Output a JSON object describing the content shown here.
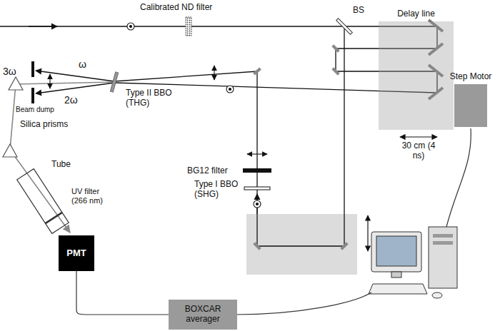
{
  "diagram": {
    "nodes": [
      {
        "text": [
          "Delay line"
        ]
      },
      {
        "text": [
          "Step Motor"
        ]
      },
      {
        "text": [
          "PMT"
        ]
      },
      {
        "text": [
          "BOXCAR averager"
        ]
      }
    ],
    "edges": [
      {
        "from": 2,
        "to": 3,
        "arrow": "none"
      }
    ],
    "labels": [
      "Calibrated ND filter",
      "BS",
      "ω",
      "2ω",
      "3ω",
      "Beam dump",
      "Type II BBO (THG)",
      "Silica prisms",
      "Tube",
      "UV filter (266 nm)",
      "BG12 filter",
      "Type I BBO (SHG)",
      "30 cm (4 ns)"
    ]
  }
}
